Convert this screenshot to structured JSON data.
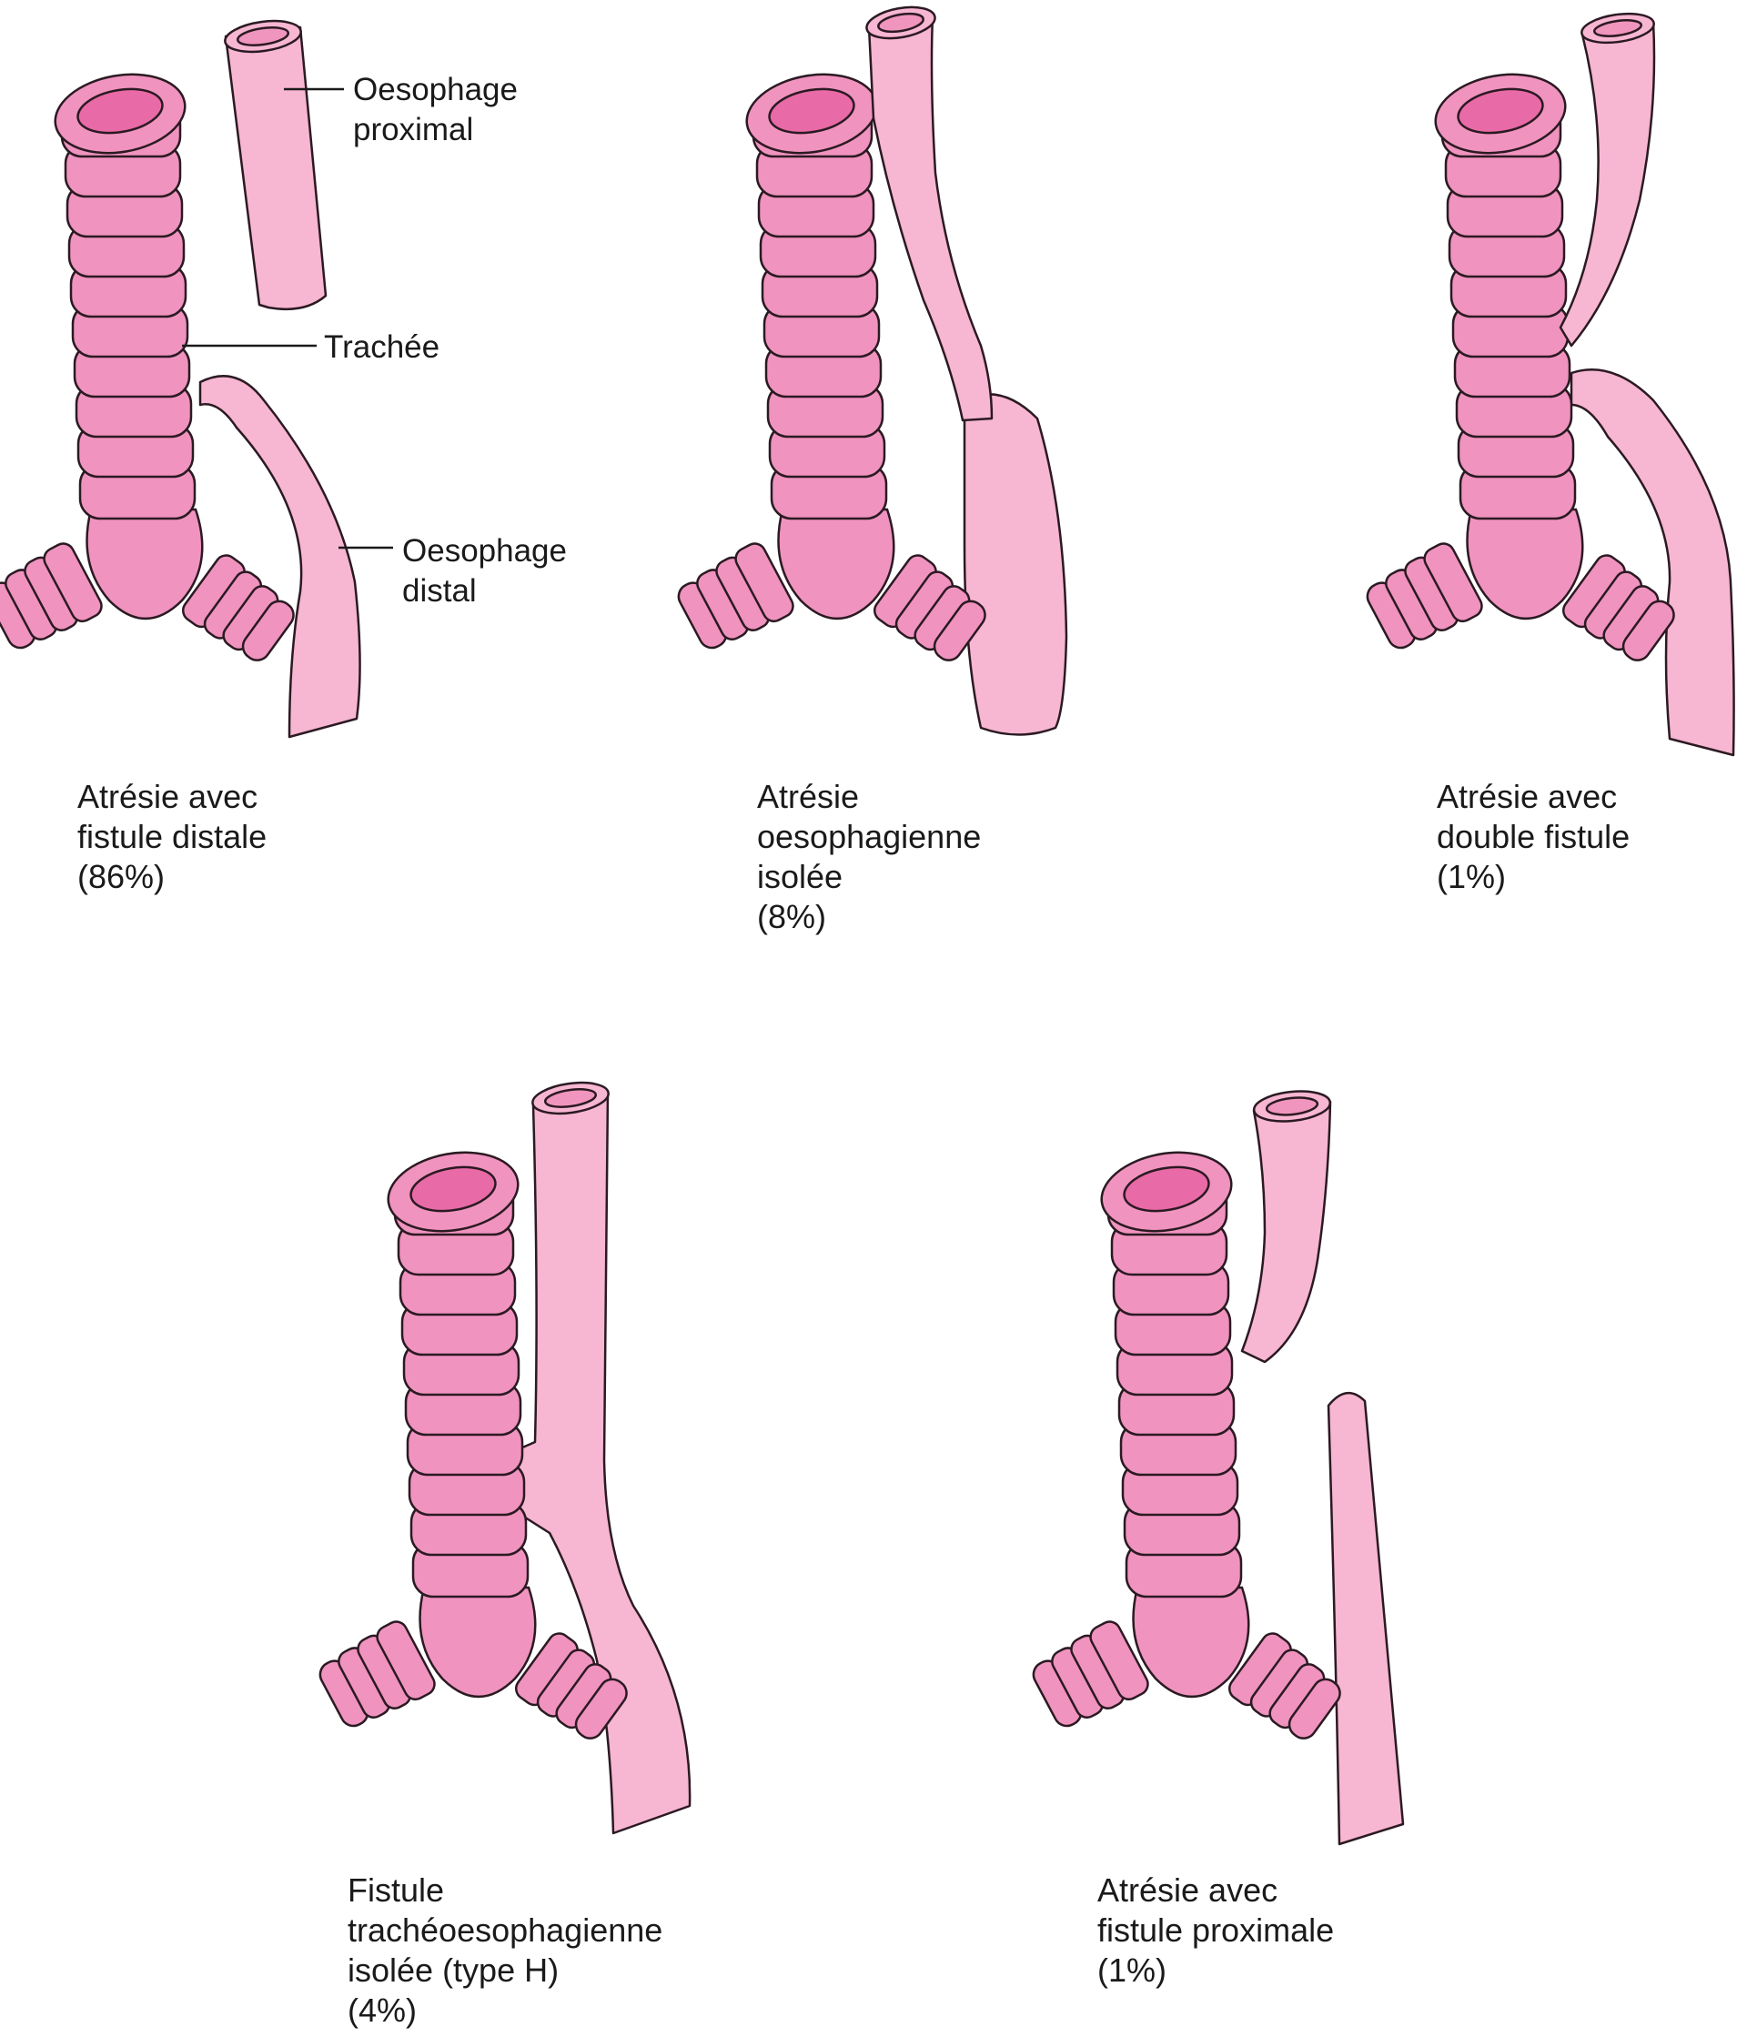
{
  "colors": {
    "trachea": "#f093bf",
    "trachea_lumen": "#e86aa6",
    "esophagus": "#f7b6d2",
    "outline": "#2b1a22"
  },
  "labels": {
    "proximal": [
      "Oesophage",
      "proximal"
    ],
    "trachea": "Trachée",
    "distal": [
      "Oesophage",
      "distal"
    ]
  },
  "panels": [
    {
      "id": "distal-fistula",
      "caption": [
        "Atrésie avec",
        "fistule distale",
        "(86%)"
      ]
    },
    {
      "id": "isolated-atresia",
      "caption": [
        "Atrésie",
        "oesophagienne",
        "isolée",
        "(8%)"
      ]
    },
    {
      "id": "double-fistula",
      "caption": [
        "Atrésie avec",
        "double fistule",
        "(1%)"
      ]
    },
    {
      "id": "h-type",
      "caption": [
        "Fistule",
        "trachéoesophagienne",
        "isolée (type H)",
        "(4%)"
      ]
    },
    {
      "id": "proximal-fistula",
      "caption": [
        "Atrésie avec",
        "fistule proximale",
        "(1%)"
      ]
    }
  ]
}
